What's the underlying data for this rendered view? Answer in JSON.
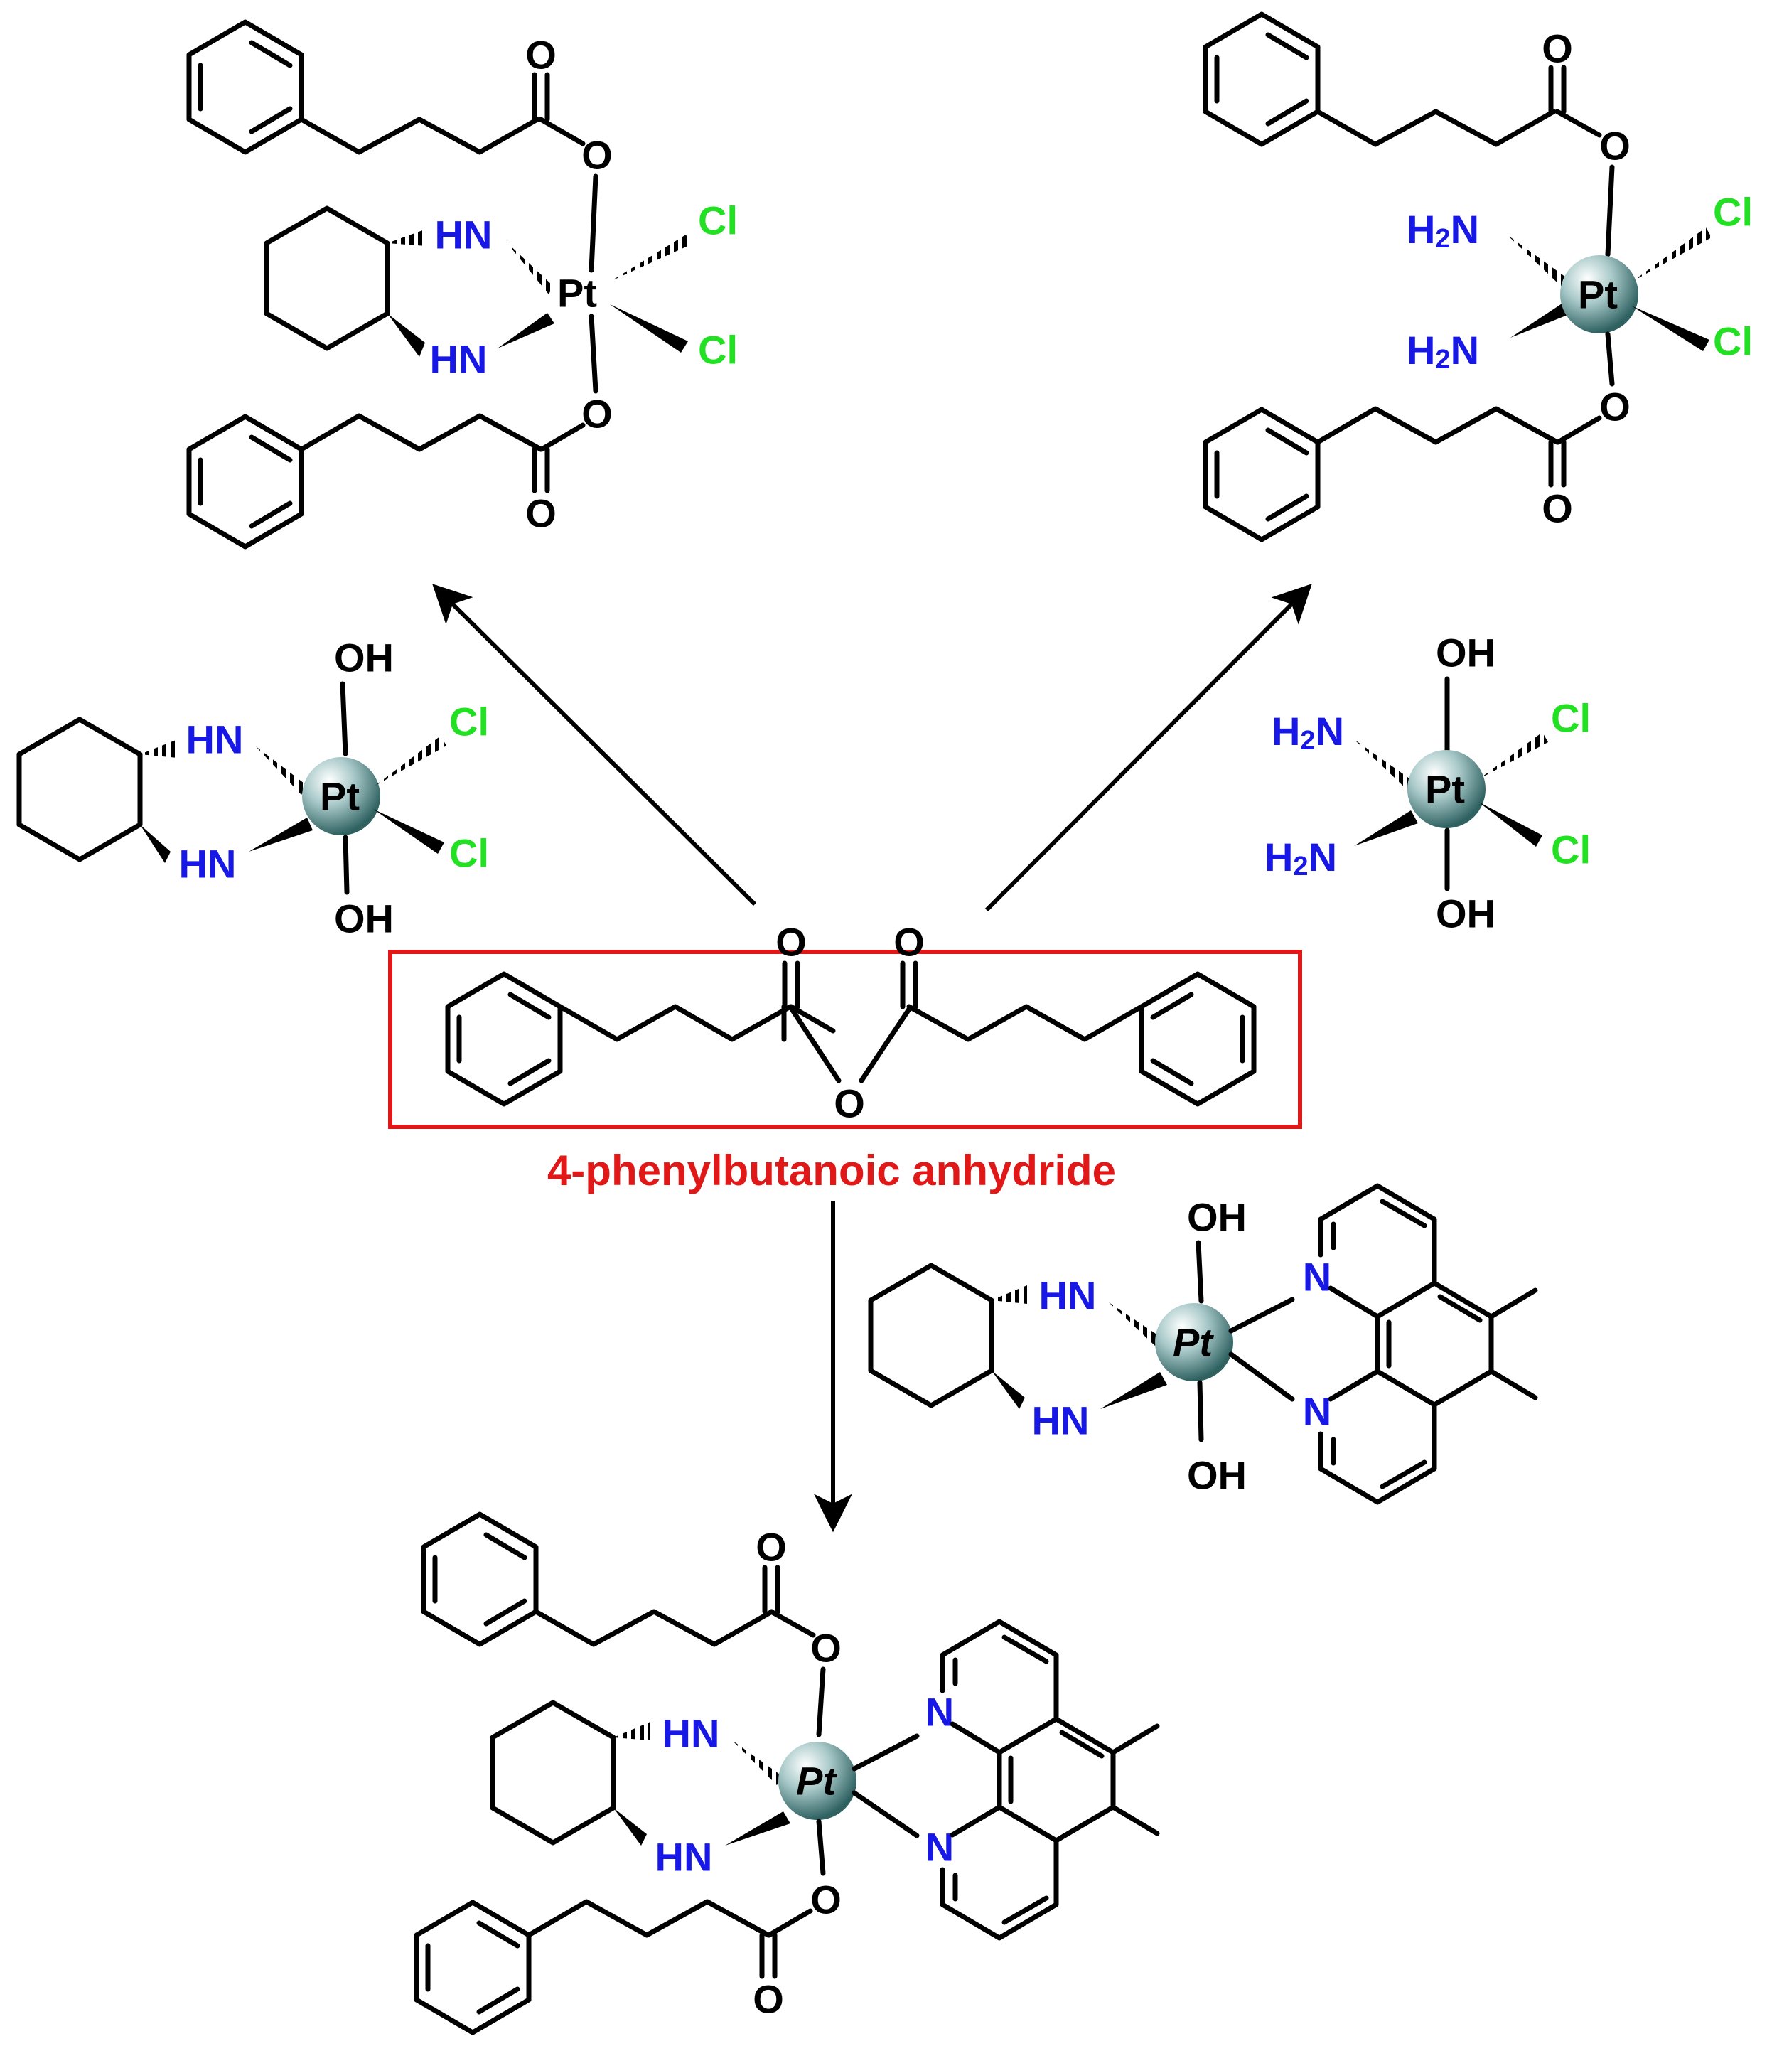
{
  "colors": {
    "bond": "#000000",
    "nitrogen": "#1818e6",
    "chlorine": "#22e022",
    "box": "#e01818",
    "caption": "#e01818",
    "platinum_sphere": "#5a8f8f"
  },
  "atoms": {
    "O": "O",
    "OH": "OH",
    "Cl": "Cl",
    "HN": "HN",
    "H2N_main": "H",
    "H2N_sub": "2",
    "H2N_tail": "N",
    "N": "N",
    "Pt": "Pt"
  },
  "caption": {
    "reagent": "4-phenylbutanoic anhydride"
  },
  "arrows": [
    "to-top-left-product",
    "to-top-right-product",
    "to-bottom-product"
  ]
}
